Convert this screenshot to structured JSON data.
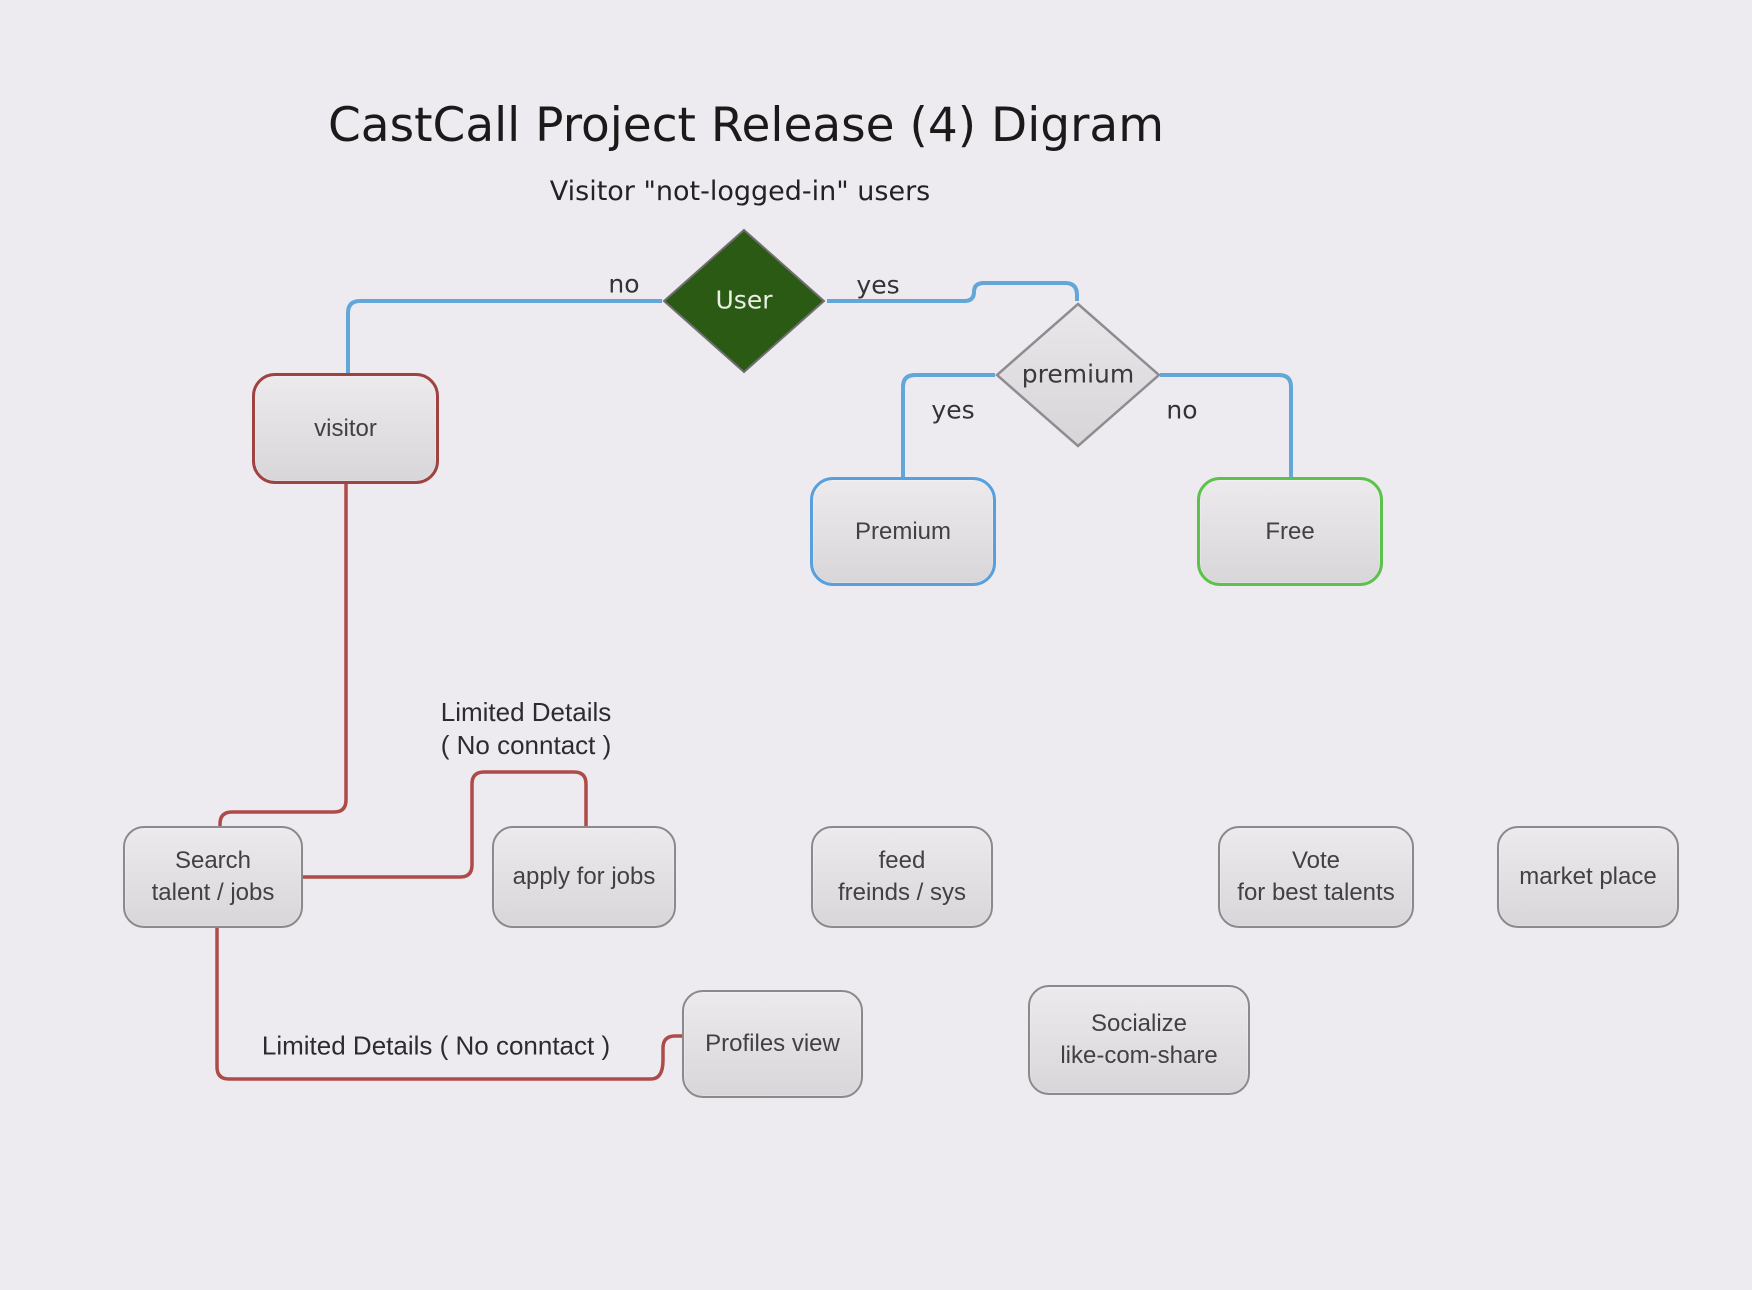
{
  "title": "CastCall Project Release (4) Digram",
  "subtitle": "Visitor \"not-logged-in\" users",
  "decisions": {
    "user": {
      "label": "User",
      "fill": "#2b5a15"
    },
    "premium": {
      "label": "premium"
    }
  },
  "edge_labels": {
    "user_no": "no",
    "user_yes": "yes",
    "premium_yes": "yes",
    "premium_no": "no"
  },
  "annotations": {
    "limited_details_top": "Limited Details\n( No conntact )",
    "limited_details_bottom": "Limited Details ( No conntact )"
  },
  "nodes": {
    "visitor": {
      "label": "visitor",
      "border": "#9e4342"
    },
    "premium_plan": {
      "label": "Premium",
      "border": "#57a0dd"
    },
    "free_plan": {
      "label": "Free",
      "border": "#5dc24b"
    },
    "search": {
      "label": "Search\ntalent / jobs",
      "border": "#8b898c"
    },
    "apply": {
      "label": "apply for jobs",
      "border": "#8b898c"
    },
    "feed": {
      "label": "feed\nfreinds / sys",
      "border": "#8b898c"
    },
    "vote": {
      "label": "Vote\nfor best talents",
      "border": "#8b898c"
    },
    "market": {
      "label": "market place",
      "border": "#8b898c"
    },
    "profiles": {
      "label": "Profiles view",
      "border": "#8b898c"
    },
    "socialize": {
      "label": "Socialize\nlike-com-share",
      "border": "#8b898c"
    }
  },
  "colors": {
    "background": "#eeebf0",
    "edge_blue": "#63a6d8",
    "edge_red": "#ad4b48",
    "user_diamond_green": "#2b5a15"
  }
}
